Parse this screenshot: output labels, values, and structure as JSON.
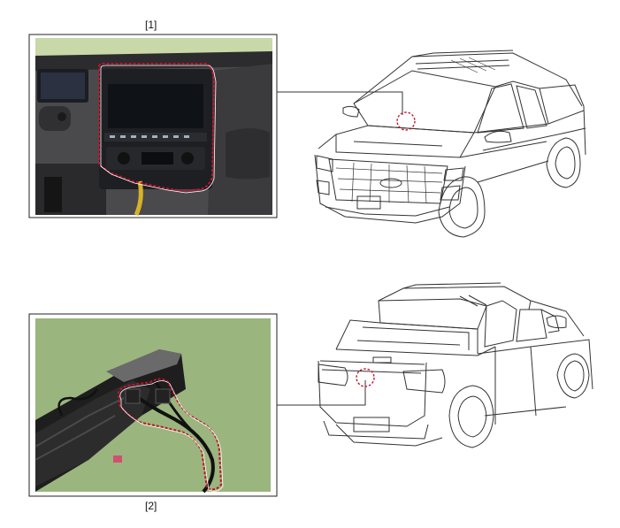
{
  "figure": {
    "callouts": [
      {
        "label": "[1]"
      },
      {
        "label": "[2]"
      }
    ],
    "colors": {
      "highlight": "#c8102e",
      "photo2_background": "#9bb57e",
      "line_art": "#333333"
    },
    "icons": [
      "dashboard-photo",
      "vehicle-front-line-art",
      "harness-photo",
      "vehicle-rear-line-art"
    ]
  }
}
